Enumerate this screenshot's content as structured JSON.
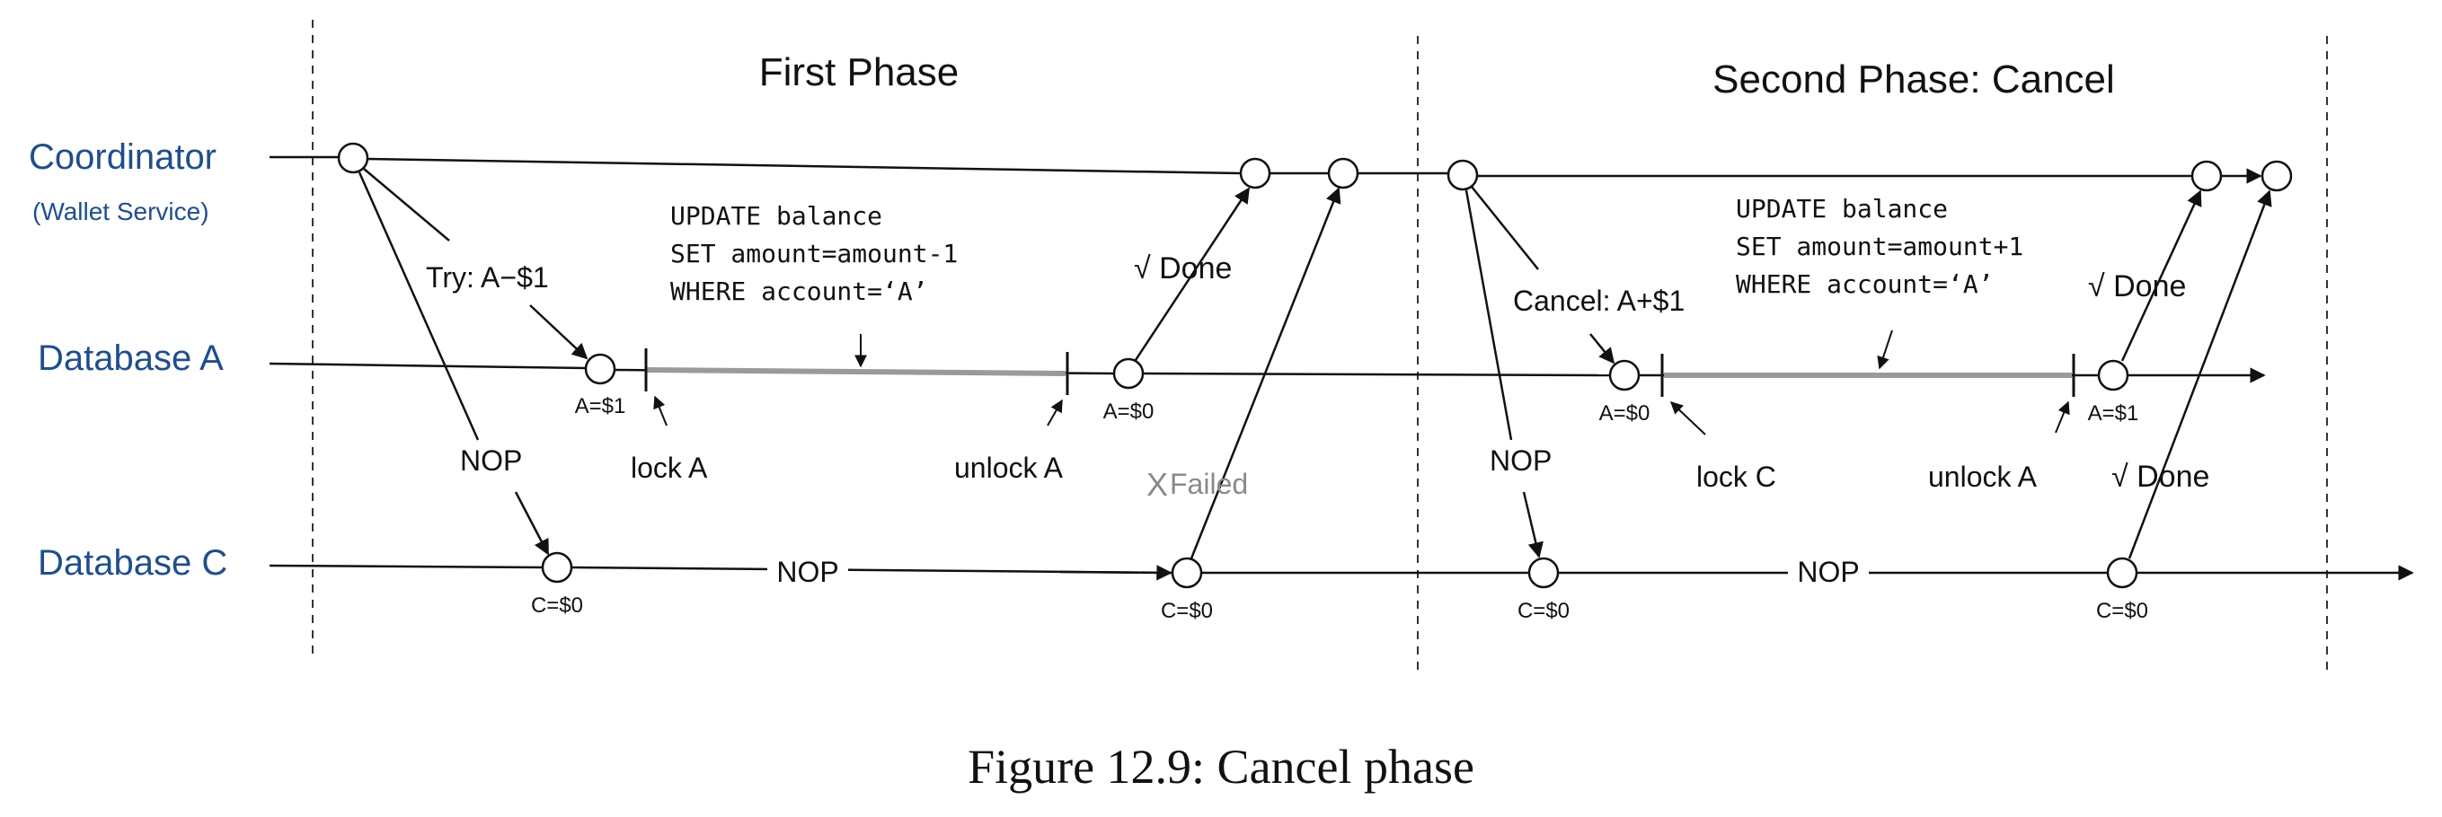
{
  "phases": {
    "first": "First Phase",
    "second": "Second Phase: Cancel"
  },
  "lanes": {
    "coordinator": "Coordinator",
    "coordinator_sub": "(Wallet Service)",
    "db_a": "Database A",
    "db_c": "Database C"
  },
  "first_phase": {
    "try_msg": "Try: A−$1",
    "sql": [
      "UPDATE balance",
      "SET amount=amount-1",
      "WHERE account=‘A’"
    ],
    "a_val_1": "A=$1",
    "a_val_2": "A=$0",
    "lock": "lock A",
    "unlock": "unlock A",
    "done": "√ Done",
    "nop_msg": "NOP",
    "c_val_1": "C=$0",
    "c_val_2": "C=$0",
    "c_nop": "NOP",
    "failed_mark": "X",
    "failed": "Failed"
  },
  "second_phase": {
    "cancel_msg": "Cancel: A+$1",
    "sql": [
      "UPDATE balance",
      "SET amount=amount+1",
      "WHERE account=‘A’"
    ],
    "a_val_1": "A=$0",
    "a_val_2": "A=$1",
    "lock": "lock C",
    "unlock": "unlock A",
    "done_a": "√ Done",
    "nop_msg": "NOP",
    "c_val_1": "C=$0",
    "c_val_2": "C=$0",
    "c_nop": "NOP",
    "done_c": "√ Done"
  },
  "caption": "Figure 12.9: Cancel phase",
  "colors": {
    "lane_label": "#1f4e8c",
    "line": "#111111",
    "check": "#6b8e23",
    "failed": "#8a8a8a",
    "sql_bar": "#9a9a9a"
  }
}
